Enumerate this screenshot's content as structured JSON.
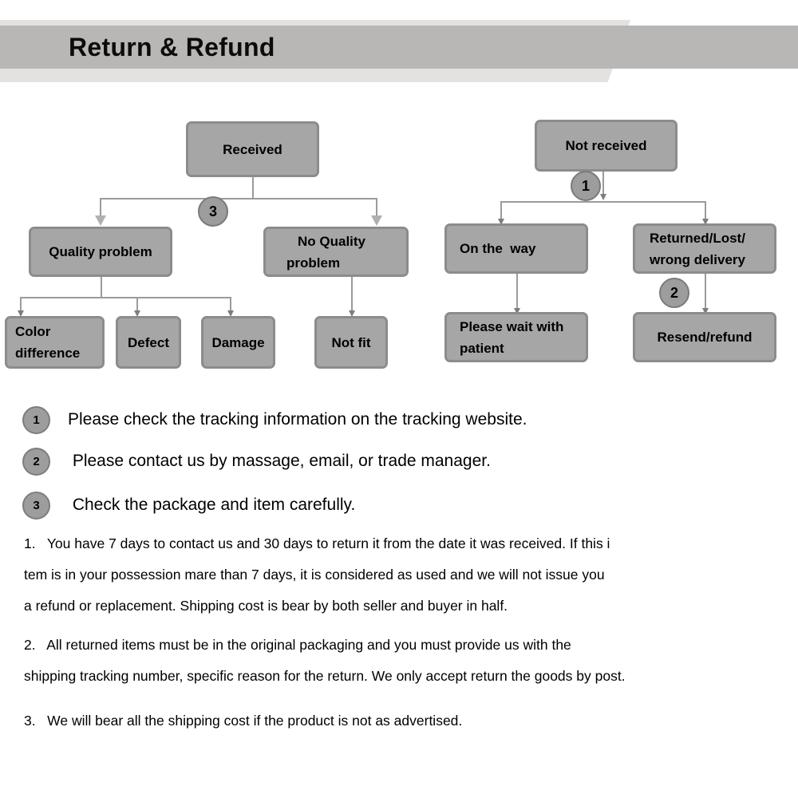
{
  "header": {
    "title": "Return & Refund",
    "band_color": "#b9b7b5",
    "parallelogram_color": "#e3e2e1"
  },
  "flowchart": {
    "node_fill": "#a6a6a6",
    "node_border": "#8c8c8c",
    "connector_color": "#9b9b9b",
    "badge_fill": "#9d9d9d",
    "nodes": {
      "received": "Received",
      "quality_problem": "Quality problem",
      "no_quality_problem_line1": "No Quality",
      "no_quality_problem_line2": "problem",
      "color_difference_line1": "Color",
      "color_difference_line2": "difference",
      "defect": "Defect",
      "damage": "Damage",
      "not_fit": "Not fit",
      "not_received": "Not received",
      "on_the_way": "On the  way",
      "returned_lost_line1": "Returned/Lost/",
      "returned_lost_line2": "wrong delivery",
      "please_wait_line1": "Please wait with",
      "please_wait_line2": "patient",
      "resend_refund": "Resend/refund"
    },
    "badges": {
      "three": "3",
      "one": "1",
      "two": "2"
    }
  },
  "legend": {
    "items": [
      {
        "number": "1",
        "text": "Please check the tracking information on the tracking website."
      },
      {
        "number": "2",
        "text": " Please contact us by massage, email, or trade manager."
      },
      {
        "number": "3",
        "text": " Check the package and item carefully."
      }
    ]
  },
  "paragraphs": [
    "1.   You have 7 days to contact us and 30 days to return it from the date it was received. If this i\ntem is in your possession mare than 7 days, it is considered as used and we will not issue you\na refund or replacement. Shipping cost is bear by both seller and buyer in half.",
    "2.   All returned items must be in the original packaging and you must provide us with the\nshipping tracking number, specific reason for the return. We only accept return the goods by post.",
    "3.   We will bear all the shipping cost if the product is not as advertised."
  ]
}
